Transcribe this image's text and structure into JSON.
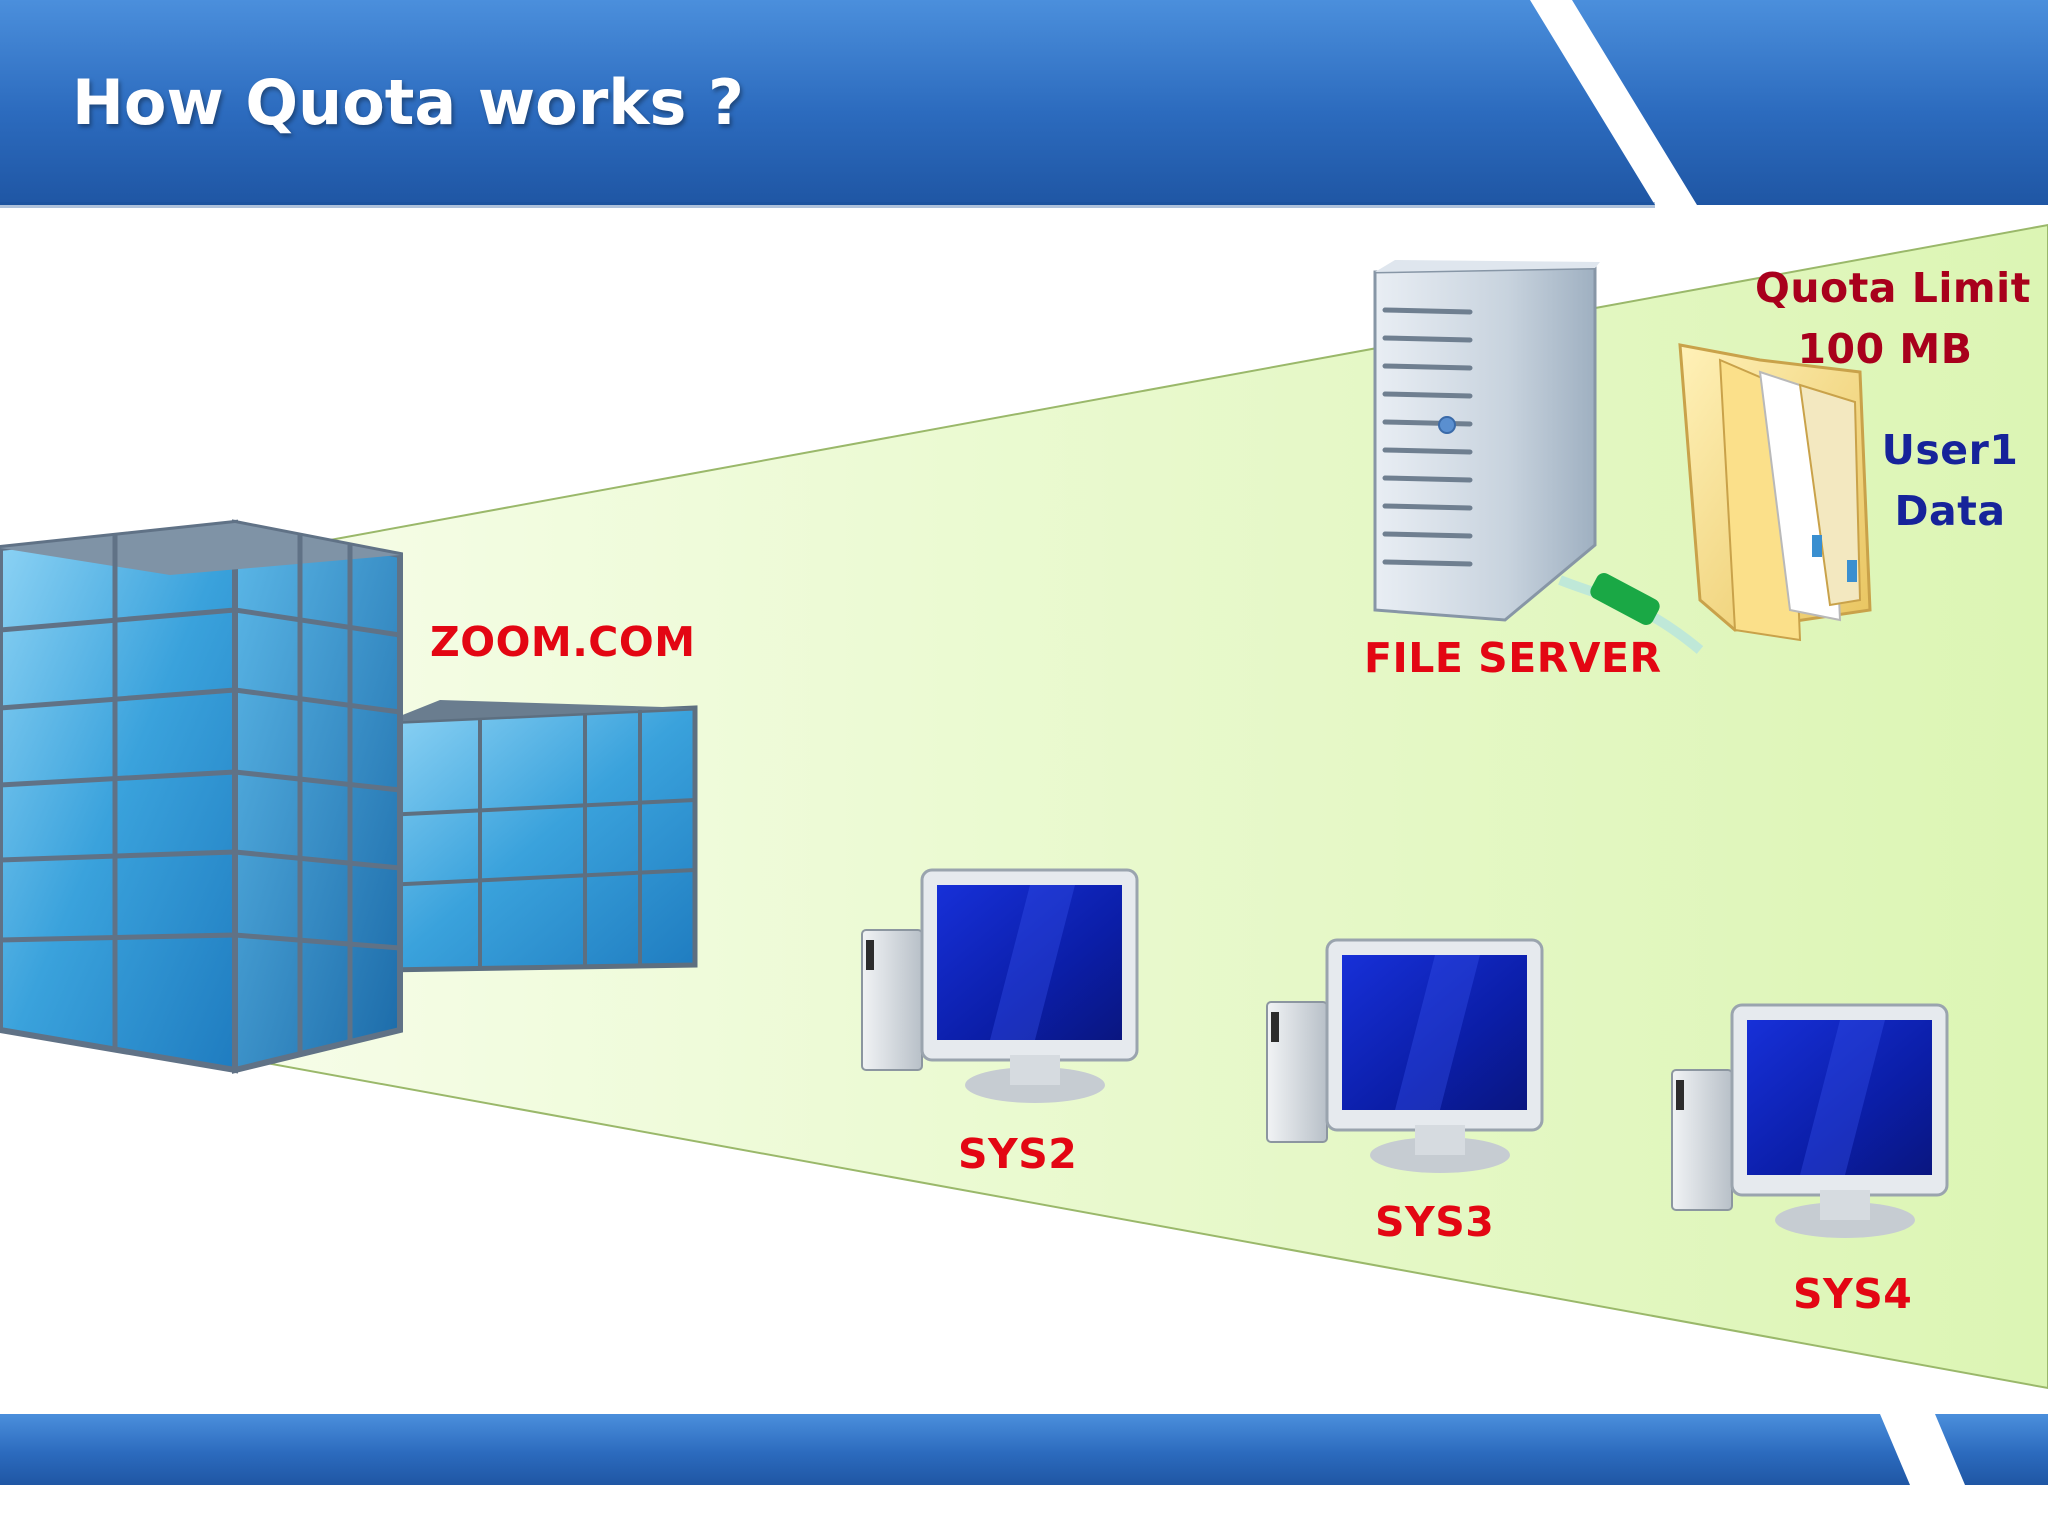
{
  "slide": {
    "title": "How Quota works ?"
  },
  "diagram": {
    "domain_label": "ZOOM.COM",
    "server_label": "FILE SERVER",
    "quota": {
      "line1": "Quota Limit",
      "line2": "100 MB"
    },
    "user_data": {
      "line1": "User1",
      "line2": "Data"
    },
    "systems": [
      "SYS2",
      "SYS3",
      "SYS4"
    ]
  },
  "colors": {
    "header_blue": "#2f6fc0",
    "zone_green": "#e2f7c0",
    "label_red": "#e30613",
    "quota_red": "#a8001c",
    "user_navy": "#16239a"
  }
}
